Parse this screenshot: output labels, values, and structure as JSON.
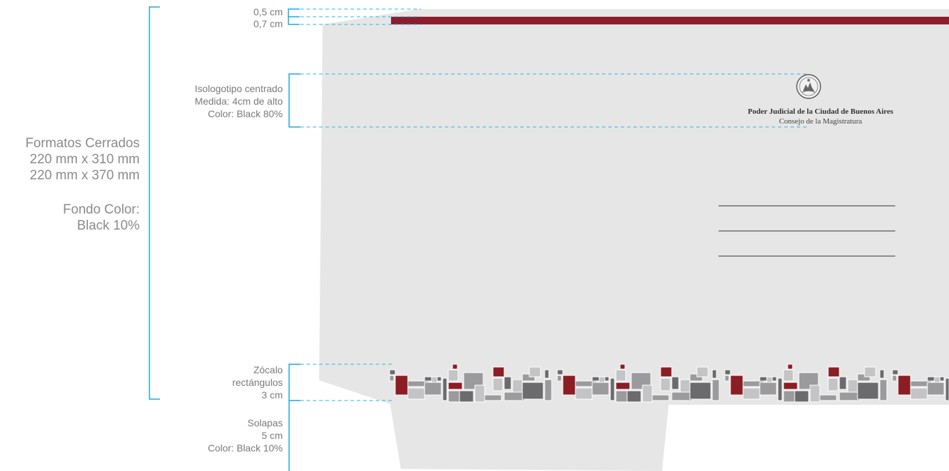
{
  "left_panel": {
    "formats_title": "Formatos Cerrados",
    "format_1": "220 mm x 310 mm",
    "format_2": "220 mm x 370 mm",
    "background_label": "Fondo Color:",
    "background_value": "Black 10%"
  },
  "annotations": {
    "margin_top_1": "0,5 cm",
    "margin_top_2": "0,7 cm",
    "logo_line_1": "Isologotipo centrado",
    "logo_line_2": "Medida: 4cm de alto",
    "logo_line_3": "Color: Black 80%",
    "footer_line_1": "Zócalo",
    "footer_line_2": "rectángulos",
    "footer_line_3": "3 cm",
    "flaps_line_1": "Solapas",
    "flaps_line_2": "5 cm",
    "flaps_line_3": "Color: Black 10%"
  },
  "logo": {
    "name": "Poder Judicial de la Ciudad de Buenos Aires",
    "subtitle": "Consejo de la Magistratura",
    "icon": "city-seal-icon"
  },
  "colors": {
    "guide": "#29b6e6",
    "bracket": "#1aa8dc",
    "top_band": "#8e1c2c",
    "folder_bg": "#e6e6e7",
    "mosaic_red": "#8b1d24",
    "mosaic_dark": "#6b6b6e",
    "mosaic_mid": "#9b9b9e",
    "mosaic_light": "#c4c4c6"
  }
}
